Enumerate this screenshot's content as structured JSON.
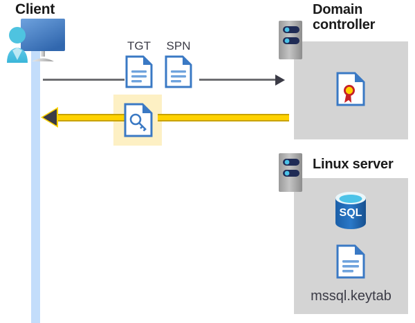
{
  "diagram": {
    "title": "Kerberos authentication flow: Client, Domain controller, Linux server",
    "colors": {
      "panel_gray": "#d4d4d4",
      "lifeline_blue": "#c3ddfb",
      "highlight_yellow": "#fdf0c4",
      "arrow_yellow": "#ffd200",
      "arrow_dark": "#3b3b46",
      "doc_blue": "#3a79c4",
      "text_dark": "#1a1a1a"
    }
  },
  "client": {
    "title": "Client",
    "icon": "user-workstation-icon",
    "lifeline": "client-lifeline"
  },
  "domain_controller": {
    "title": "Domain controller",
    "server_icon": "server-rack-icon",
    "contents": [
      {
        "icon": "certificate-document-icon",
        "label": ""
      }
    ]
  },
  "linux_server": {
    "title": "Linux server",
    "server_icon": "server-rack-icon",
    "contents": [
      {
        "icon": "sql-database-icon",
        "label": "SQL"
      },
      {
        "icon": "document-icon",
        "label": "mssql.keytab"
      }
    ]
  },
  "request_flow": {
    "direction": "client-to-domain-controller",
    "line_color": "#6d6e71",
    "documents": [
      {
        "id": "tgt",
        "label": "TGT",
        "icon": "document-icon"
      },
      {
        "id": "spn",
        "label": "SPN",
        "icon": "document-icon"
      }
    ]
  },
  "response_flow": {
    "direction": "domain-controller-to-client",
    "arrow_color": "#ffd200",
    "highlighted": true,
    "document": {
      "id": "service-ticket",
      "label": "",
      "icon": "key-document-icon"
    }
  },
  "sql_label": "SQL"
}
